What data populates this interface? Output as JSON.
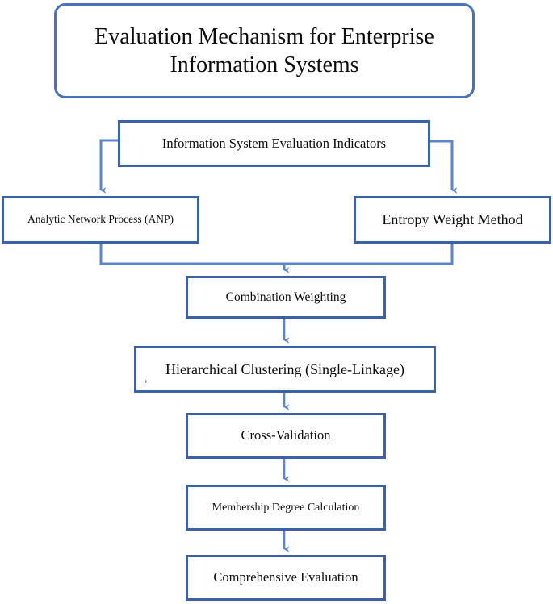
{
  "diagram": {
    "title": "Evaluation Mechanism for Enterprise Information Systems",
    "colors": {
      "box_border": "#3c62a6",
      "title_border": "#4a72b8",
      "connector": "#5b85c8",
      "background": "#ffffff",
      "text": "#0d0d0d"
    },
    "nodes": [
      {
        "id": "title",
        "label": "Evaluation Mechanism for Enterprise Information Systems",
        "shape": "rounded-rectangle"
      },
      {
        "id": "indicators",
        "label": "Information System Evaluation Indicators",
        "shape": "rectangle"
      },
      {
        "id": "anp",
        "label": "Analytic Network Process (ANP)",
        "shape": "rectangle"
      },
      {
        "id": "entropy",
        "label": "Entropy Weight Method",
        "shape": "rectangle"
      },
      {
        "id": "combo",
        "label": "Combination Weighting",
        "shape": "rectangle"
      },
      {
        "id": "hier",
        "label": "Hierarchical Clustering (Single-Linkage)",
        "shape": "rectangle"
      },
      {
        "id": "cross",
        "label": "Cross-Validation",
        "shape": "rectangle"
      },
      {
        "id": "member",
        "label": "Membership Degree Calculation",
        "shape": "rectangle"
      },
      {
        "id": "comp",
        "label": "Comprehensive Evaluation",
        "shape": "rectangle"
      }
    ],
    "stray_mark": ",",
    "edges": [
      {
        "from": "indicators",
        "to": "anp",
        "style": "elbow-left",
        "arrow": true
      },
      {
        "from": "indicators",
        "to": "entropy",
        "style": "elbow-right",
        "arrow": true
      },
      {
        "from": "anp",
        "to": "combo",
        "style": "merge",
        "arrow": true
      },
      {
        "from": "entropy",
        "to": "combo",
        "style": "merge",
        "arrow": true
      },
      {
        "from": "combo",
        "to": "hier",
        "style": "straight",
        "arrow": true
      },
      {
        "from": "hier",
        "to": "cross",
        "style": "straight",
        "arrow": true
      },
      {
        "from": "cross",
        "to": "member",
        "style": "straight",
        "arrow": true
      },
      {
        "from": "member",
        "to": "comp",
        "style": "straight",
        "arrow": true
      }
    ]
  }
}
